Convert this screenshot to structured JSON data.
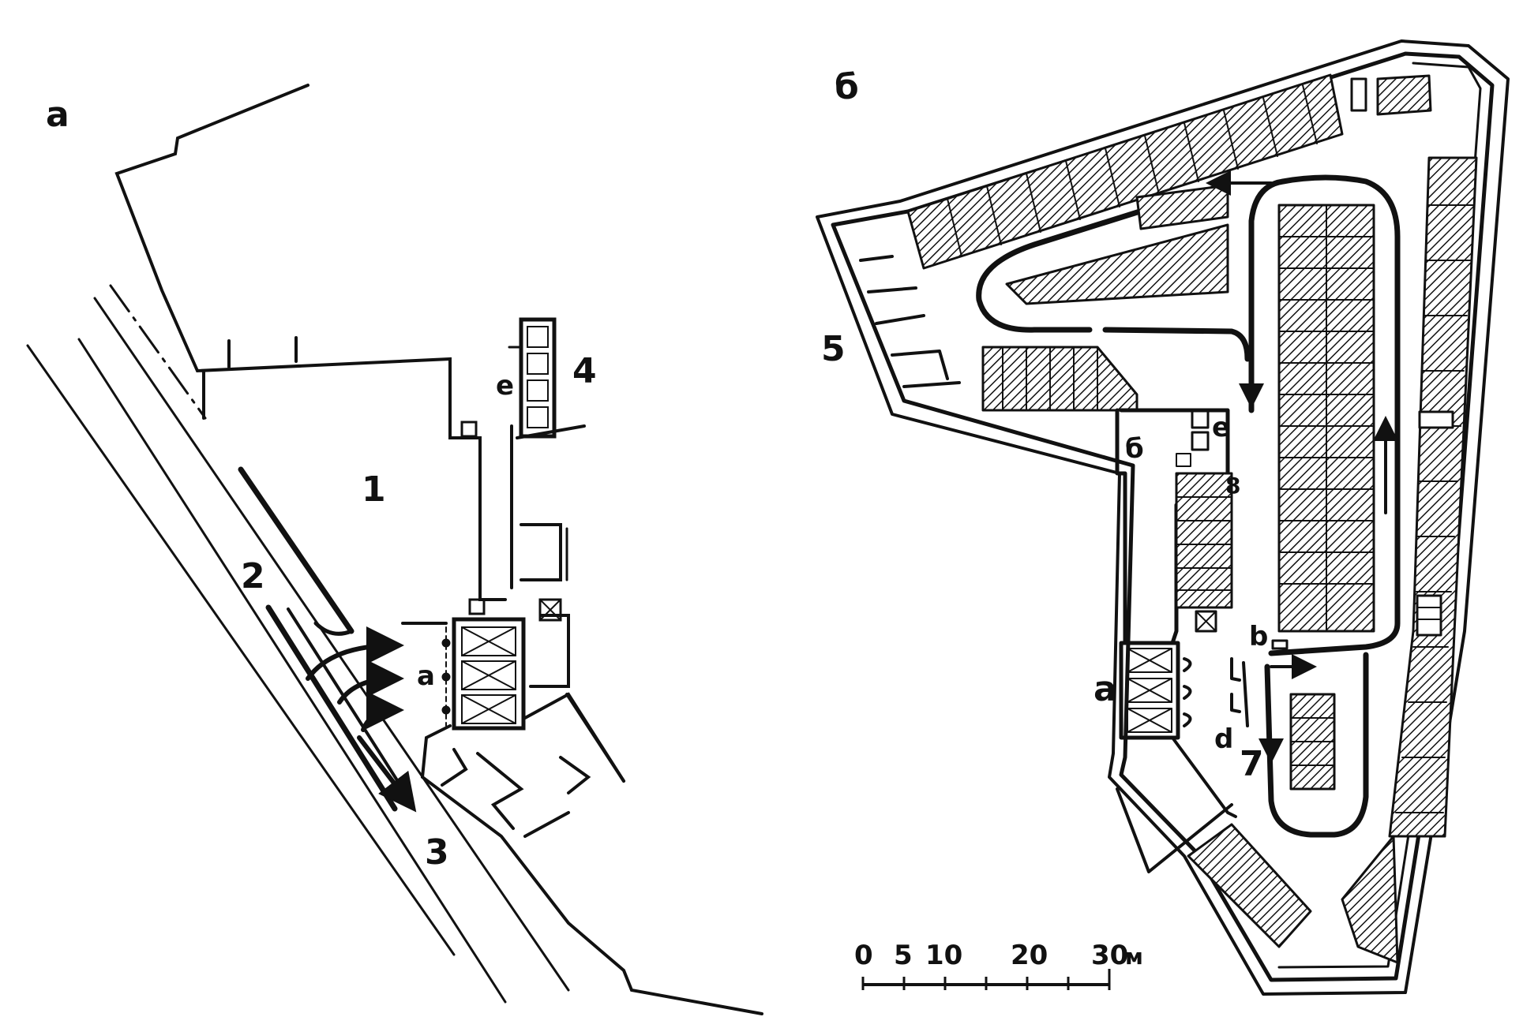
{
  "panels": {
    "a": {
      "label": "a"
    },
    "b": {
      "label": "б"
    }
  },
  "plan_a_labels": {
    "n1": "1",
    "n2": "2",
    "n3": "3",
    "n4": "4",
    "e": "e",
    "a": "a"
  },
  "plan_b_labels": {
    "n5": "5",
    "n6": "б",
    "n7": "7",
    "e": "e",
    "v": "8",
    "b": "b",
    "a": "a",
    "d": "d"
  },
  "scale_bar": {
    "ticks": [
      "0",
      "5",
      "10",
      "20",
      "30"
    ],
    "unit": "м"
  }
}
